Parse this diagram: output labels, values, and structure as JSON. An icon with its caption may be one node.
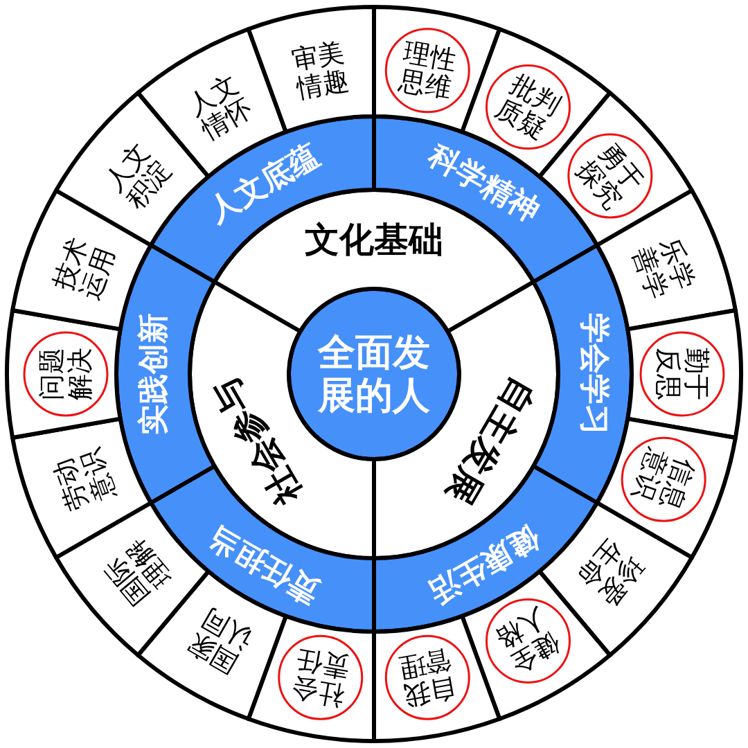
{
  "diagram": {
    "nodes": [
      {
        "text": [
          "全面发展的人"
        ]
      },
      {
        "text": [
          "文化基础"
        ]
      },
      {
        "text": [
          "自主发展"
        ]
      },
      {
        "text": [
          "社会参与"
        ]
      },
      {
        "text": [
          "人文底蕴"
        ]
      },
      {
        "text": [
          "科学精神"
        ]
      },
      {
        "text": [
          "学会学习"
        ]
      },
      {
        "text": [
          "健康生活"
        ]
      },
      {
        "text": [
          "责任担当"
        ]
      },
      {
        "text": [
          "实践创新"
        ]
      },
      {
        "text": [],
        "shape": "box"
      },
      {
        "text": [
          "理性思维"
        ],
        "in": 10
      },
      {
        "text": [],
        "shape": "box"
      },
      {
        "text": [
          "批判质疑"
        ],
        "in": 12
      },
      {
        "text": [],
        "shape": "box"
      },
      {
        "text": [
          "勇于探究"
        ],
        "in": 14
      },
      {
        "text": [
          "乐学善学"
        ]
      },
      {
        "text": [],
        "shape": "box"
      },
      {
        "text": [
          "勤于反思"
        ],
        "in": 17
      },
      {
        "text": [],
        "shape": "box"
      },
      {
        "text": [
          "信息意识"
        ],
        "in": 19
      },
      {
        "text": [
          "珍爱生命"
        ]
      },
      {
        "text": [],
        "shape": "box"
      },
      {
        "text": [
          "健全人格"
        ],
        "in": 22
      },
      {
        "text": [],
        "shape": "box"
      },
      {
        "text": [
          "自我管理"
        ],
        "in": 24
      },
      {
        "text": [],
        "shape": "box"
      },
      {
        "text": [
          "社会责任"
        ],
        "in": 26
      },
      {
        "text": [
          "国家认同"
        ]
      },
      {
        "text": [
          "国际理解"
        ]
      },
      {
        "text": [
          "劳动意识"
        ]
      },
      {
        "text": [],
        "shape": "box"
      },
      {
        "text": [
          "问题解决"
        ],
        "in": 31
      },
      {
        "text": [
          "技术运用"
        ]
      },
      {
        "text": [
          "人文积淀"
        ]
      },
      {
        "text": [
          "人文情怀"
        ]
      },
      {
        "text": [
          "审美情趣"
        ]
      }
    ]
  }
}
